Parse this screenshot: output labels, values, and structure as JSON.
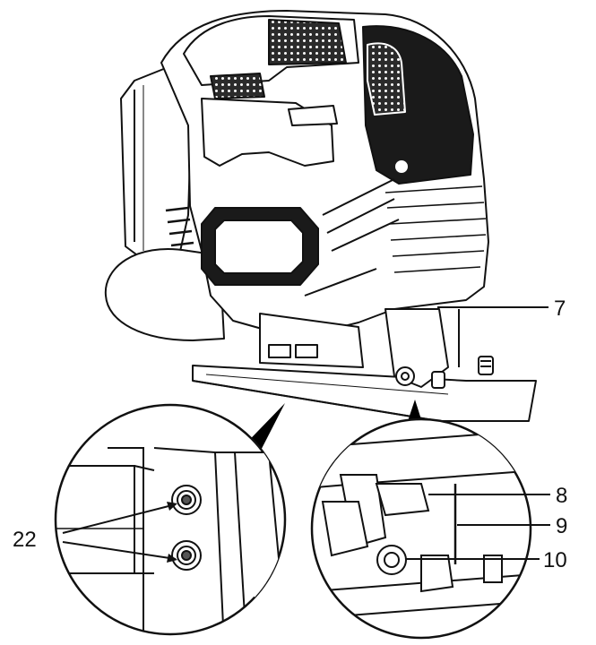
{
  "callouts": {
    "c7": "7",
    "c8": "8",
    "c9": "9",
    "c10": "10",
    "c22": "22"
  },
  "colors": {
    "ink": "#111111",
    "dark_panel": "#1a1a1a",
    "grille": "#2b2b2b",
    "paper": "#ffffff"
  }
}
